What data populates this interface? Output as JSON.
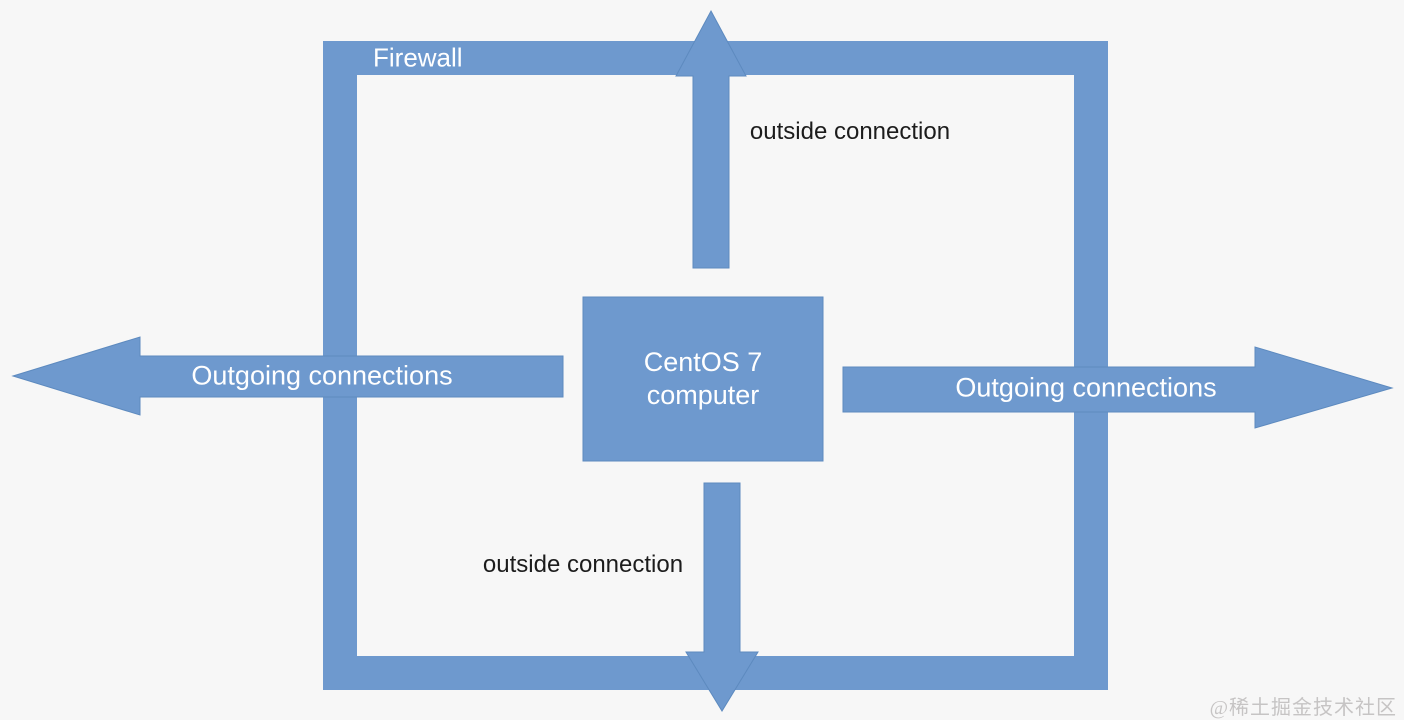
{
  "diagram": {
    "firewall_label": "Firewall",
    "center_box": {
      "line1": "CentOS 7",
      "line2": "computer"
    },
    "arrows": {
      "top": {
        "direction": "up",
        "label": "outside connection"
      },
      "bottom": {
        "direction": "down",
        "label": "outside connection"
      },
      "left": {
        "direction": "left",
        "label": "Outgoing connections"
      },
      "right": {
        "direction": "right",
        "label": "Outgoing connections"
      }
    },
    "watermark": "@稀土掘金技术社区"
  },
  "colors": {
    "background": "#f7f7f7",
    "shape_fill": "#6e99ce",
    "shape_stroke": "#5d8abf",
    "label_light": "#ffffff",
    "label_dark": "#1c1c1c",
    "watermark": "#c6c4c4"
  }
}
